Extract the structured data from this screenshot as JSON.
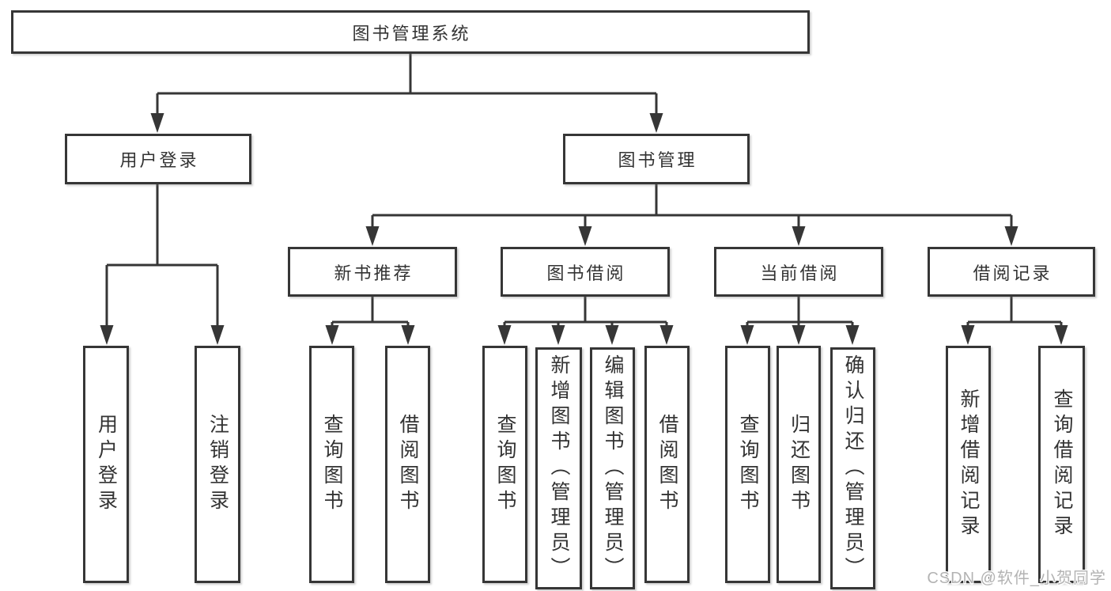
{
  "tree": {
    "label": "图书管理系统",
    "children": [
      {
        "label": "用户登录",
        "children": [
          {
            "label": "用户登录"
          },
          {
            "label": "注销登录"
          }
        ]
      },
      {
        "label": "图书管理",
        "children": [
          {
            "label": "新书推荐",
            "children": [
              {
                "label": "查询图书"
              },
              {
                "label": "借阅图书"
              }
            ]
          },
          {
            "label": "图书借阅",
            "children": [
              {
                "label": "查询图书"
              },
              {
                "label": "新增图书（管理员）"
              },
              {
                "label": "编辑图书（管理员）"
              },
              {
                "label": "借阅图书"
              }
            ]
          },
          {
            "label": "当前借阅",
            "children": [
              {
                "label": "查询图书"
              },
              {
                "label": "归还图书"
              },
              {
                "label": "确认归还（管理员）"
              }
            ]
          },
          {
            "label": "借阅记录",
            "children": [
              {
                "label": "新增借阅记录"
              },
              {
                "label": "查询借阅记录"
              }
            ]
          }
        ]
      }
    ]
  },
  "watermark": "CSDN @软件_小贺同学",
  "colors": {
    "line": "#363636",
    "text": "#333333",
    "watermark": "#b3b3b3",
    "background": "#ffffff"
  }
}
